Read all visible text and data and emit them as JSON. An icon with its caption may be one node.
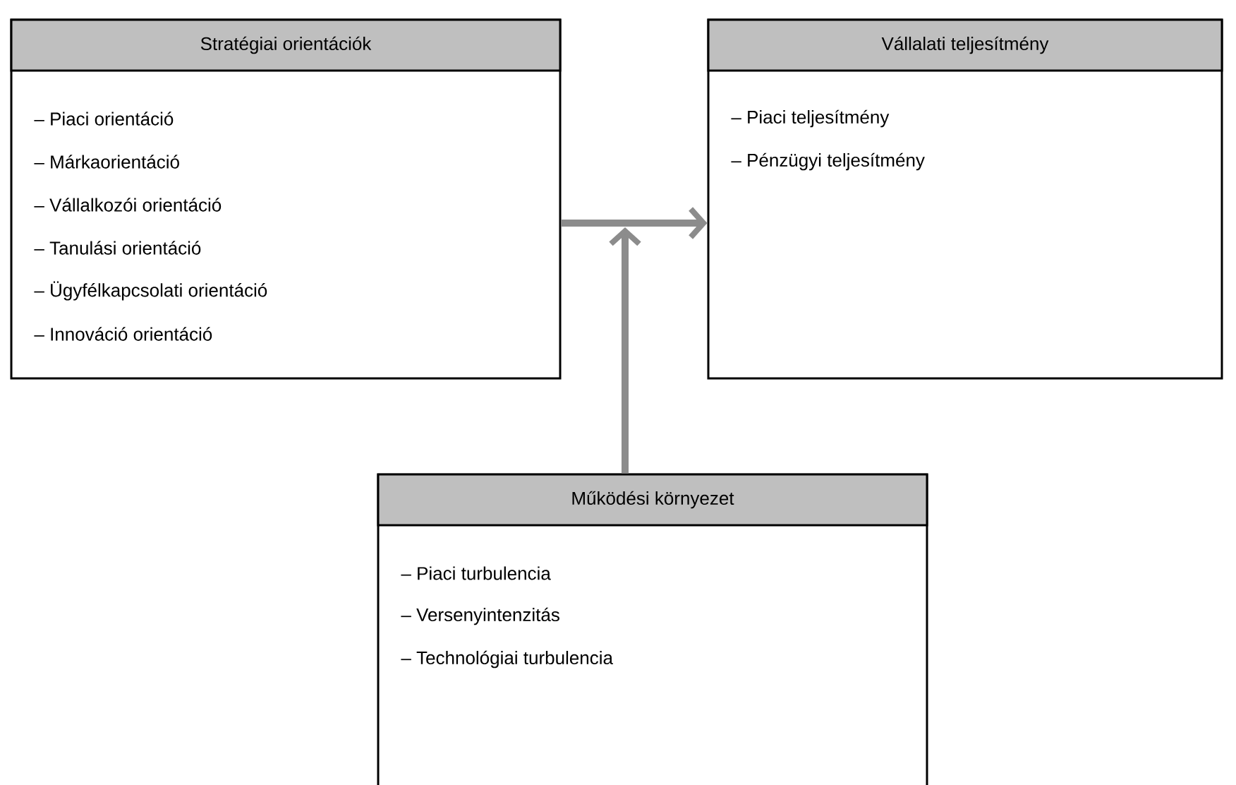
{
  "diagram": {
    "nodes": [
      {
        "text": [
          "Stratégiai orientációk",
          "– Piaci orientáció",
          "– Márkaorientáció",
          "– Vállalkozói orientáció",
          "– Tanulási orientáció",
          "– Ügyfélkapcsolati orientáció",
          "– Innováció orientáció"
        ]
      },
      {
        "text": [
          "Vállalati teljesítmény",
          "– Piaci teljesítmény",
          "– Pénzügyi teljesítmény"
        ]
      },
      {
        "text": [
          "Működési környezet",
          "– Piaci turbulencia",
          "– Versenyintenzitás",
          "– Technológiai turbulencia"
        ]
      }
    ],
    "edges": [
      {
        "from": 0,
        "to": 1,
        "arrow": "to"
      },
      {
        "from": 2,
        "to": null,
        "arrow": "to"
      }
    ]
  }
}
